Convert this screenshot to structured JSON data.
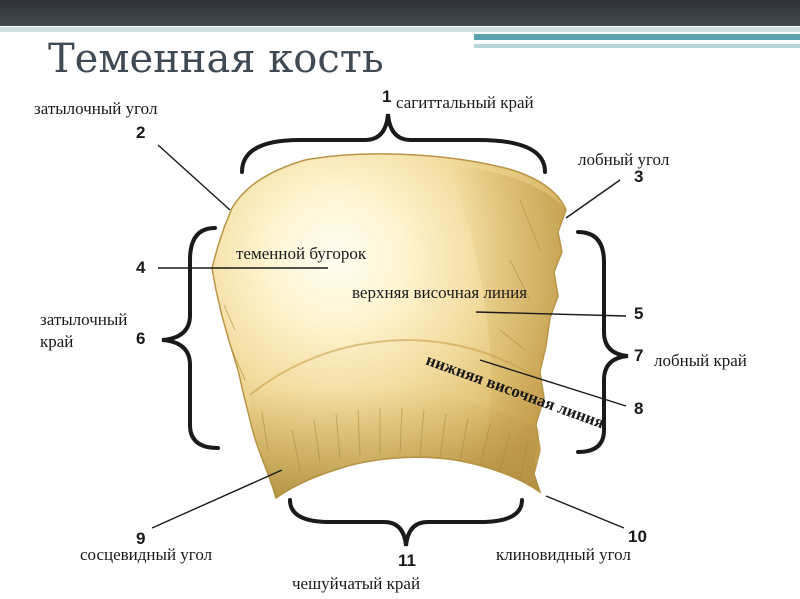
{
  "title": "Теменная кость",
  "colors": {
    "bone_light": "#fff8dc",
    "bone_mid": "#f2d99a",
    "bone_dark": "#c9a24f",
    "bone_shadow": "#a58a3a",
    "leader_line": "#1a1a1a",
    "header_band": "#3a3f46",
    "accent_teal": "#5aa3ad"
  },
  "labels": {
    "sagittal_edge": "сагиттальный край",
    "occipital_angle": "затылочный угол",
    "frontal_angle": "лобный угол",
    "parietal_tuber": "теменной бугорок",
    "superior_temporal_line": "верхняя височная линия",
    "occipital_edge_line1": "затылочный",
    "occipital_edge_line2": "край",
    "frontal_edge": "лобный край",
    "inferior_temporal_line": "нижняя височная линия",
    "mastoid_angle": "сосцевидный угол",
    "sphenoid_angle": "клиновидный угол",
    "squamous_edge": "чешуйчатый край"
  },
  "numbers": {
    "n1": "1",
    "n2": "2",
    "n3": "3",
    "n4": "4",
    "n5": "5",
    "n6": "6",
    "n7": "7",
    "n8": "8",
    "n9": "9",
    "n10": "10",
    "n11": "11"
  }
}
